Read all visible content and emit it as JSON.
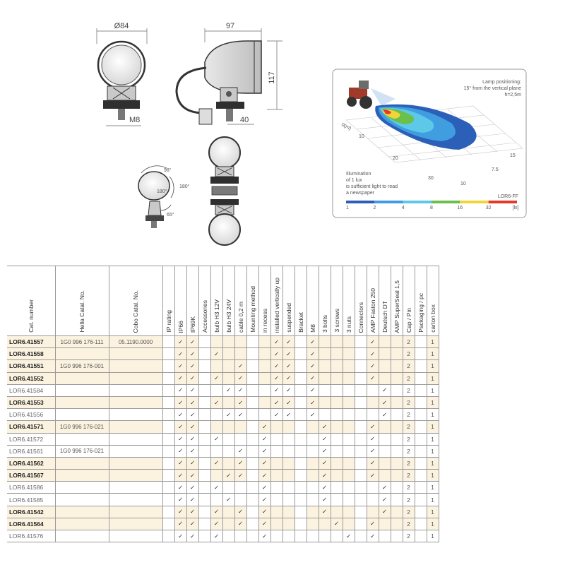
{
  "drawing": {
    "dims": {
      "front_width": "Ø84",
      "side_width": "97",
      "side_height": "117",
      "side_depth": "40",
      "bolt": "M8"
    },
    "angles": {
      "up": "98°",
      "left": "180°",
      "right": "180°",
      "down": "65°"
    }
  },
  "illumination": {
    "caption_line1": "Lamp positioning:",
    "caption_line2": "15° from the vertical plane",
    "caption_line3": "h=2,5m",
    "axis_label": "0(m)",
    "axis_ticks": [
      "10",
      "20",
      "30",
      "10",
      "7.5",
      "15"
    ],
    "note_line1": "Illumination",
    "note_line2": "of 1 lux",
    "note_line3": "is sufficient light to read",
    "note_line4": "a newspaper",
    "model": "LOR6-FF",
    "scale_values": [
      "1",
      "2",
      "4",
      "8",
      "16",
      "32",
      "[lx]"
    ],
    "scale_colors": [
      "#2b5fb8",
      "#3f9de0",
      "#5ec8e8",
      "#6ac04a",
      "#f0d43a",
      "#e43a2a"
    ]
  },
  "table": {
    "headers": [
      "Cat. number",
      "Hella Catal. No.",
      "Cobo Catal. No.",
      "IP rating",
      "IP66",
      "IP69K",
      "Accessories",
      "bulb H3 12V",
      "bulb H3 24V",
      "cable 0,2 m",
      "Mounting method",
      "in recess",
      "installed vertically up",
      "suspended",
      "Bracket",
      "M8",
      "3 bolts",
      "3 screws",
      "3 nuts",
      "Connectors",
      "AMP Faston 250",
      "Deutsch DT",
      "AMP SuperSeal 1,5",
      "Cap / Pin",
      "Packaging / pc",
      "carton box"
    ],
    "check": "✓",
    "rows": [
      {
        "cat": "LOR6.41557",
        "bold": true,
        "hella": "1G0 996 176-111",
        "cobo": "05.1190.0000",
        "ip66": true,
        "ip69k": true,
        "b12": false,
        "b24": false,
        "cable": false,
        "recess": false,
        "vert": true,
        "susp": true,
        "m8": true,
        "bolts": false,
        "screws": false,
        "nuts": false,
        "amp": true,
        "dt": false,
        "ss": false,
        "cap": "2",
        "box": "1"
      },
      {
        "cat": "LOR6.41558",
        "bold": true,
        "hella": "",
        "cobo": "",
        "ip66": true,
        "ip69k": true,
        "b12": true,
        "b24": false,
        "cable": false,
        "recess": false,
        "vert": true,
        "susp": true,
        "m8": true,
        "bolts": false,
        "screws": false,
        "nuts": false,
        "amp": true,
        "dt": false,
        "ss": false,
        "cap": "2",
        "box": "1"
      },
      {
        "cat": "LOR6.41551",
        "bold": true,
        "hella": "1G0 996 176-001",
        "cobo": "",
        "ip66": true,
        "ip69k": true,
        "b12": false,
        "b24": false,
        "cable": true,
        "recess": false,
        "vert": true,
        "susp": true,
        "m8": true,
        "bolts": false,
        "screws": false,
        "nuts": false,
        "amp": true,
        "dt": false,
        "ss": false,
        "cap": "2",
        "box": "1"
      },
      {
        "cat": "LOR6.41552",
        "bold": true,
        "hella": "",
        "cobo": "",
        "ip66": true,
        "ip69k": true,
        "b12": true,
        "b24": false,
        "cable": true,
        "recess": false,
        "vert": true,
        "susp": true,
        "m8": true,
        "bolts": false,
        "screws": false,
        "nuts": false,
        "amp": true,
        "dt": false,
        "ss": false,
        "cap": "2",
        "box": "1"
      },
      {
        "cat": "LOR6.41584",
        "bold": false,
        "hella": "",
        "cobo": "",
        "ip66": true,
        "ip69k": true,
        "b12": false,
        "b24": true,
        "cable": true,
        "recess": false,
        "vert": true,
        "susp": true,
        "m8": true,
        "bolts": false,
        "screws": false,
        "nuts": false,
        "amp": false,
        "dt": true,
        "ss": false,
        "cap": "2",
        "box": "1"
      },
      {
        "cat": "LOR6.41553",
        "bold": true,
        "hella": "",
        "cobo": "",
        "ip66": true,
        "ip69k": true,
        "b12": true,
        "b24": false,
        "cable": true,
        "recess": false,
        "vert": true,
        "susp": true,
        "m8": true,
        "bolts": false,
        "screws": false,
        "nuts": false,
        "amp": false,
        "dt": true,
        "ss": false,
        "cap": "2",
        "box": "1"
      },
      {
        "cat": "LOR6.41556",
        "bold": false,
        "hella": "",
        "cobo": "",
        "ip66": true,
        "ip69k": true,
        "b12": false,
        "b24": true,
        "cable": true,
        "recess": false,
        "vert": true,
        "susp": true,
        "m8": true,
        "bolts": false,
        "screws": false,
        "nuts": false,
        "amp": false,
        "dt": true,
        "ss": false,
        "cap": "2",
        "box": "1"
      },
      {
        "cat": "LOR6.41571",
        "bold": true,
        "hella": "1G0 996 176-021",
        "cobo": "",
        "ip66": true,
        "ip69k": true,
        "b12": false,
        "b24": false,
        "cable": false,
        "recess": true,
        "vert": false,
        "susp": false,
        "m8": false,
        "bolts": true,
        "screws": false,
        "nuts": false,
        "amp": true,
        "dt": false,
        "ss": false,
        "cap": "2",
        "box": "1"
      },
      {
        "cat": "LOR6.41572",
        "bold": false,
        "hella": "",
        "cobo": "",
        "ip66": true,
        "ip69k": true,
        "b12": true,
        "b24": false,
        "cable": false,
        "recess": true,
        "vert": false,
        "susp": false,
        "m8": false,
        "bolts": true,
        "screws": false,
        "nuts": false,
        "amp": true,
        "dt": false,
        "ss": false,
        "cap": "2",
        "box": "1"
      },
      {
        "cat": "LOR6.41561",
        "bold": false,
        "hella": "1G0 996 176-021",
        "cobo": "",
        "ip66": true,
        "ip69k": true,
        "b12": false,
        "b24": false,
        "cable": true,
        "recess": true,
        "vert": false,
        "susp": false,
        "m8": false,
        "bolts": true,
        "screws": false,
        "nuts": false,
        "amp": true,
        "dt": false,
        "ss": false,
        "cap": "2",
        "box": "1"
      },
      {
        "cat": "LOR6.41562",
        "bold": true,
        "hella": "",
        "cobo": "",
        "ip66": true,
        "ip69k": true,
        "b12": true,
        "b24": false,
        "cable": true,
        "recess": true,
        "vert": false,
        "susp": false,
        "m8": false,
        "bolts": true,
        "screws": false,
        "nuts": false,
        "amp": true,
        "dt": false,
        "ss": false,
        "cap": "2",
        "box": "1"
      },
      {
        "cat": "LOR6.41567",
        "bold": true,
        "hella": "",
        "cobo": "",
        "ip66": true,
        "ip69k": true,
        "b12": false,
        "b24": true,
        "cable": true,
        "recess": true,
        "vert": false,
        "susp": false,
        "m8": false,
        "bolts": true,
        "screws": false,
        "nuts": false,
        "amp": true,
        "dt": false,
        "ss": false,
        "cap": "2",
        "box": "1"
      },
      {
        "cat": "LOR6.41586",
        "bold": false,
        "hella": "",
        "cobo": "",
        "ip66": true,
        "ip69k": true,
        "b12": true,
        "b24": false,
        "cable": false,
        "recess": true,
        "vert": false,
        "susp": false,
        "m8": false,
        "bolts": true,
        "screws": false,
        "nuts": false,
        "amp": false,
        "dt": true,
        "ss": false,
        "cap": "2",
        "box": "1"
      },
      {
        "cat": "LOR6.41585",
        "bold": false,
        "hella": "",
        "cobo": "",
        "ip66": true,
        "ip69k": true,
        "b12": false,
        "b24": true,
        "cable": false,
        "recess": true,
        "vert": false,
        "susp": false,
        "m8": false,
        "bolts": true,
        "screws": false,
        "nuts": false,
        "amp": false,
        "dt": true,
        "ss": false,
        "cap": "2",
        "box": "1"
      },
      {
        "cat": "LOR6.41542",
        "bold": true,
        "hella": "",
        "cobo": "",
        "ip66": true,
        "ip69k": true,
        "b12": true,
        "b24": false,
        "cable": true,
        "recess": true,
        "vert": false,
        "susp": false,
        "m8": false,
        "bolts": true,
        "screws": false,
        "nuts": false,
        "amp": false,
        "dt": true,
        "ss": false,
        "cap": "2",
        "box": "1"
      },
      {
        "cat": "LOR6.41564",
        "bold": true,
        "hella": "",
        "cobo": "",
        "ip66": true,
        "ip69k": true,
        "b12": true,
        "b24": false,
        "cable": true,
        "recess": true,
        "vert": false,
        "susp": false,
        "m8": false,
        "bolts": false,
        "screws": true,
        "nuts": false,
        "amp": true,
        "dt": false,
        "ss": false,
        "cap": "2",
        "box": "1"
      },
      {
        "cat": "LOR6.41576",
        "bold": false,
        "hella": "",
        "cobo": "",
        "ip66": true,
        "ip69k": true,
        "b12": true,
        "b24": false,
        "cable": false,
        "recess": true,
        "vert": false,
        "susp": false,
        "m8": false,
        "bolts": false,
        "screws": false,
        "nuts": true,
        "amp": true,
        "dt": false,
        "ss": false,
        "cap": "2",
        "box": "1"
      }
    ]
  }
}
